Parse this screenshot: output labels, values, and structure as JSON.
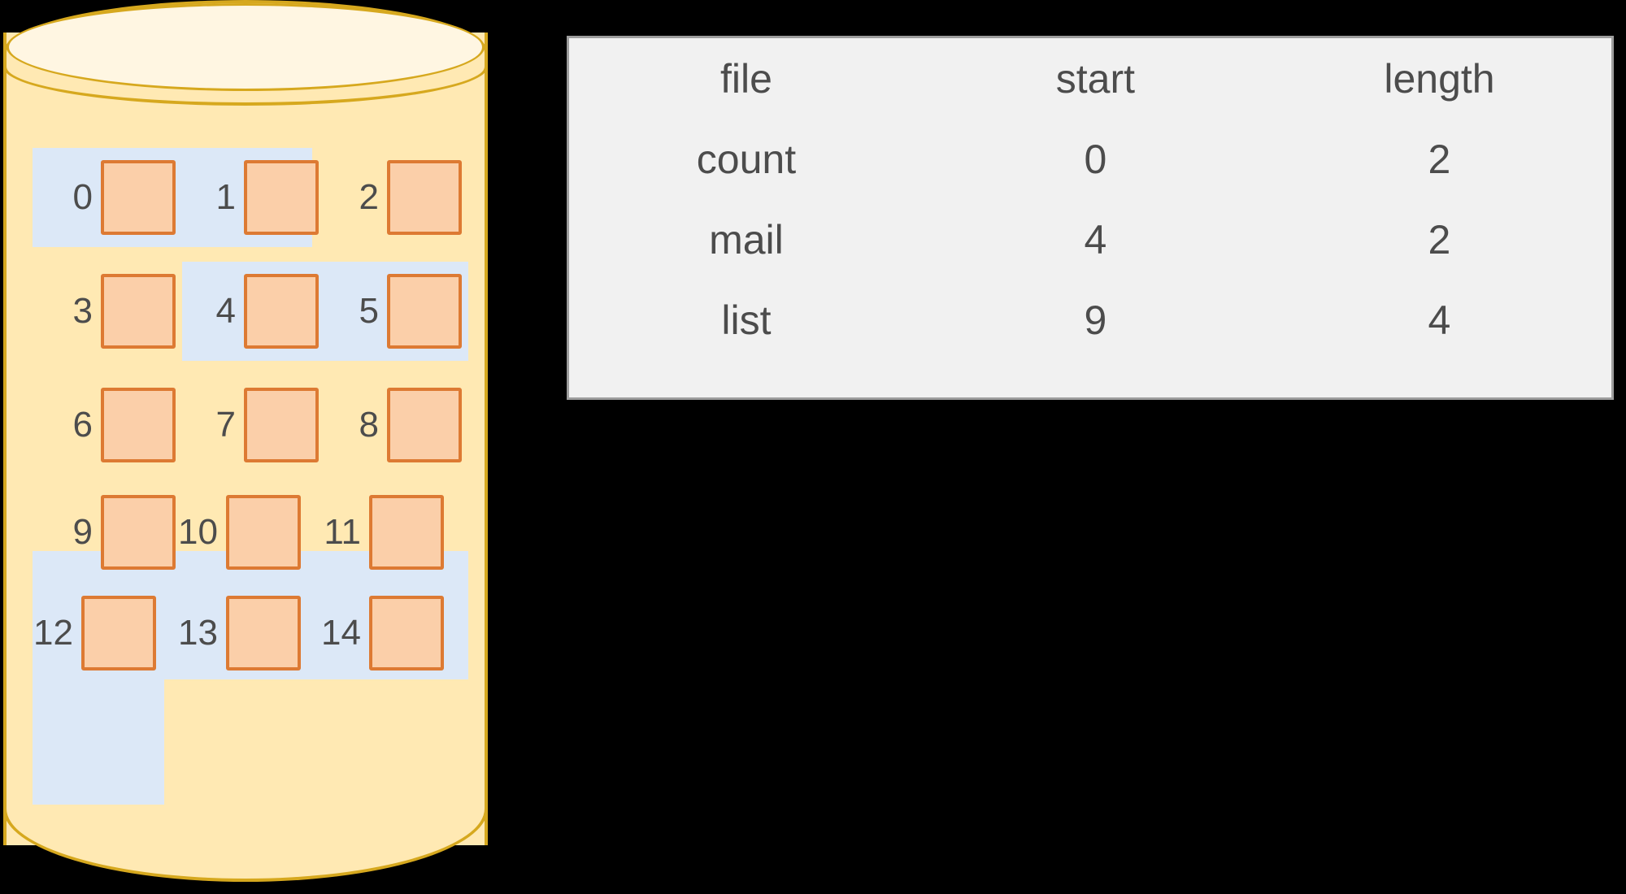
{
  "diagram": {
    "disk": {
      "label": "disk-cylinder",
      "total_blocks": 15,
      "blocks": [
        {
          "index": "0",
          "allocated": true,
          "file": "count"
        },
        {
          "index": "1",
          "allocated": true,
          "file": "count"
        },
        {
          "index": "2",
          "allocated": false,
          "file": ""
        },
        {
          "index": "3",
          "allocated": false,
          "file": ""
        },
        {
          "index": "4",
          "allocated": true,
          "file": "mail"
        },
        {
          "index": "5",
          "allocated": true,
          "file": "mail"
        },
        {
          "index": "6",
          "allocated": false,
          "file": ""
        },
        {
          "index": "7",
          "allocated": false,
          "file": ""
        },
        {
          "index": "8",
          "allocated": false,
          "file": ""
        },
        {
          "index": "9",
          "allocated": true,
          "file": "list"
        },
        {
          "index": "10",
          "allocated": true,
          "file": "list"
        },
        {
          "index": "11",
          "allocated": true,
          "file": "list"
        },
        {
          "index": "12",
          "allocated": true,
          "file": "list"
        },
        {
          "index": "13",
          "allocated": false,
          "file": ""
        },
        {
          "index": "14",
          "allocated": false,
          "file": ""
        }
      ]
    },
    "allocation_table": {
      "headers": {
        "file": "file",
        "start": "start",
        "length": "length"
      },
      "rows": [
        {
          "file": "count",
          "start": "0",
          "length": "2"
        },
        {
          "file": "mail",
          "start": "4",
          "length": "2"
        },
        {
          "file": "list",
          "start": "9",
          "length": "4"
        }
      ]
    },
    "colors": {
      "disk_fill": "#ffe9b3",
      "disk_top_fill": "#fff6e2",
      "disk_stroke": "#d6a81e",
      "block_fill": "#fbcfa9",
      "block_stroke": "#dd7a33",
      "highlight": "#dce8f7",
      "table_bg": "#f1f1f1",
      "table_border": "#9d9d9d",
      "text": "#4c4c4c",
      "background": "#000000"
    }
  }
}
